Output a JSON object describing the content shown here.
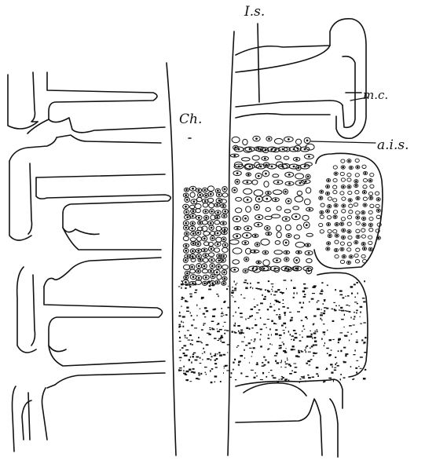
{
  "figure": {
    "labels": {
      "chorda": "Ch.",
      "intervertebral_septum": "I.s.",
      "mc": "m.c.",
      "ais": "a.i.s."
    },
    "colors": {
      "ink": "#111111",
      "paper": "#ffffff"
    }
  }
}
